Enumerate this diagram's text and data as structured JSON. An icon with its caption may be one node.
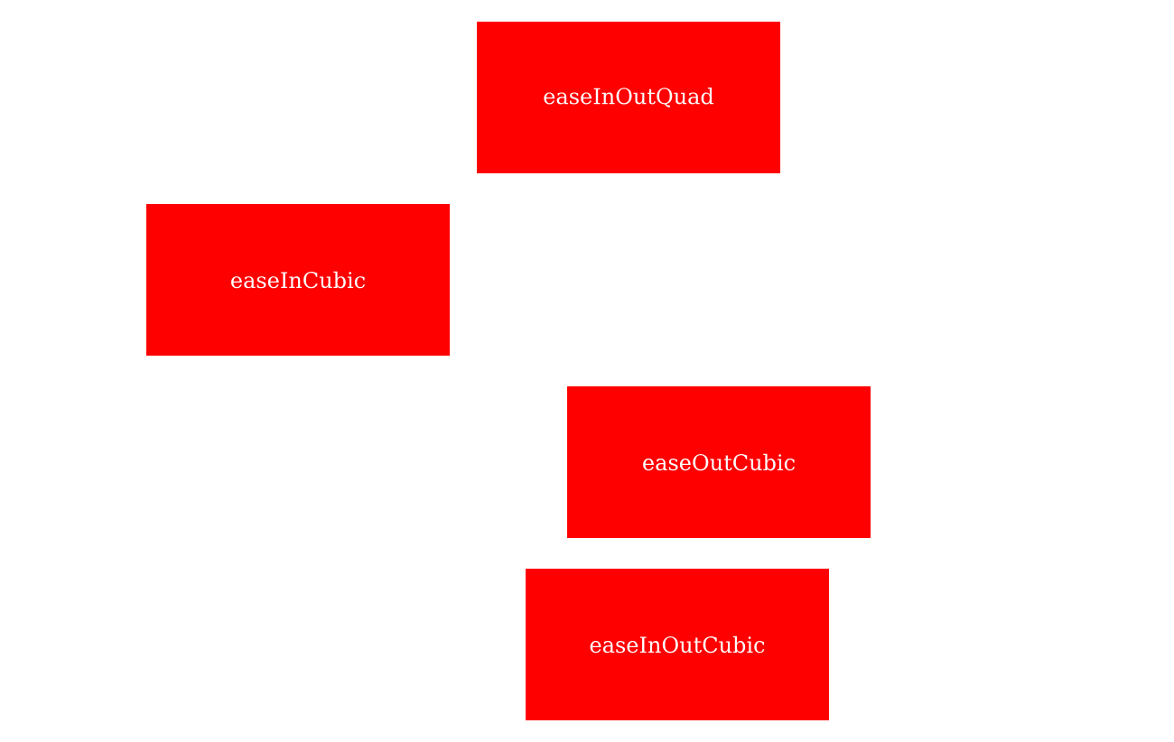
{
  "diagram": {
    "nodes": [
      {
        "text": [
          "easeInOutQuad"
        ]
      },
      {
        "text": [
          "easeInCubic"
        ]
      },
      {
        "text": [
          "easeOutCubic"
        ]
      },
      {
        "text": [
          "easeInOutCubic"
        ]
      }
    ]
  }
}
